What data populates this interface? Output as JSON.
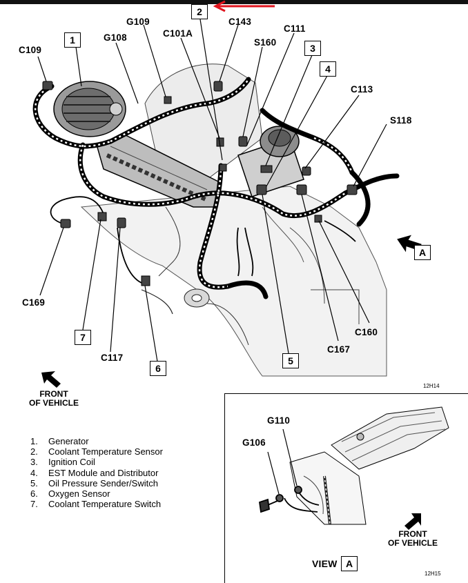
{
  "callouts": {
    "c109": "C109",
    "g109": "G109",
    "g108": "G108",
    "c101a": "C101A",
    "c143": "C143",
    "s160": "S160",
    "c111": "C111",
    "c113": "C113",
    "s118": "S118",
    "c169": "C169",
    "c117": "C117",
    "c160": "C160",
    "c167": "C167",
    "g110": "G110",
    "g106": "G106"
  },
  "boxes": {
    "b1": "1",
    "b2": "2",
    "b3": "3",
    "b4": "4",
    "b5": "5",
    "b6": "6",
    "b7": "7",
    "view_a": "A",
    "arrow_a": "A"
  },
  "figure_ids": {
    "main": "12H14",
    "inset": "12H15"
  },
  "front_of_vehicle": [
    "FRONT",
    "OF VEHICLE"
  ],
  "view_label": "VIEW",
  "legend": [
    {
      "num": "1.",
      "text": "Generator"
    },
    {
      "num": "2.",
      "text": "Coolant Temperature Sensor"
    },
    {
      "num": "3.",
      "text": "Ignition Coil"
    },
    {
      "num": "4.",
      "text": "EST Module and Distributor"
    },
    {
      "num": "5.",
      "text": "Oil Pressure Sender/Switch"
    },
    {
      "num": "6.",
      "text": "Oxygen Sensor"
    },
    {
      "num": "7.",
      "text": "Coolant Temperature Switch"
    }
  ],
  "colors": {
    "annotation_arrow": "#e0141e",
    "line": "#000000",
    "wash": "#dcdcdc"
  }
}
